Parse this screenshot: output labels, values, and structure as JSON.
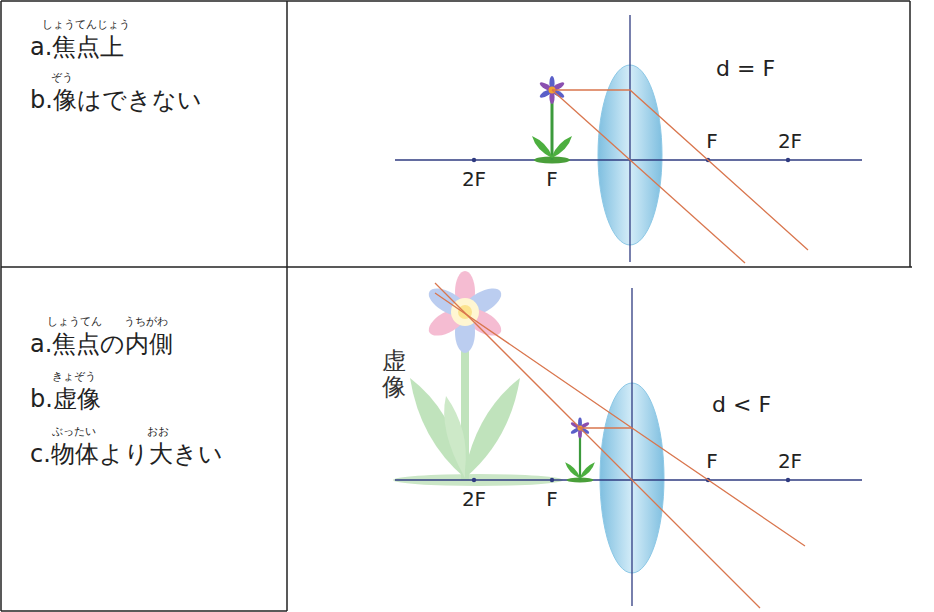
{
  "diagram": {
    "labels": [
      "しょうてんじょう",
      "a.焦点上",
      "ぞう",
      "b.像はできない",
      "d = F",
      "F",
      "2F",
      "2F",
      "F",
      "しょうてん",
      "うちがわ",
      "a.焦点の内側",
      "きょぞう",
      "b.虚像",
      "ぶったい",
      "おお",
      "c.物体より大きい",
      "虚像",
      "d < F",
      "F",
      "2F",
      "2F",
      "F"
    ]
  }
}
